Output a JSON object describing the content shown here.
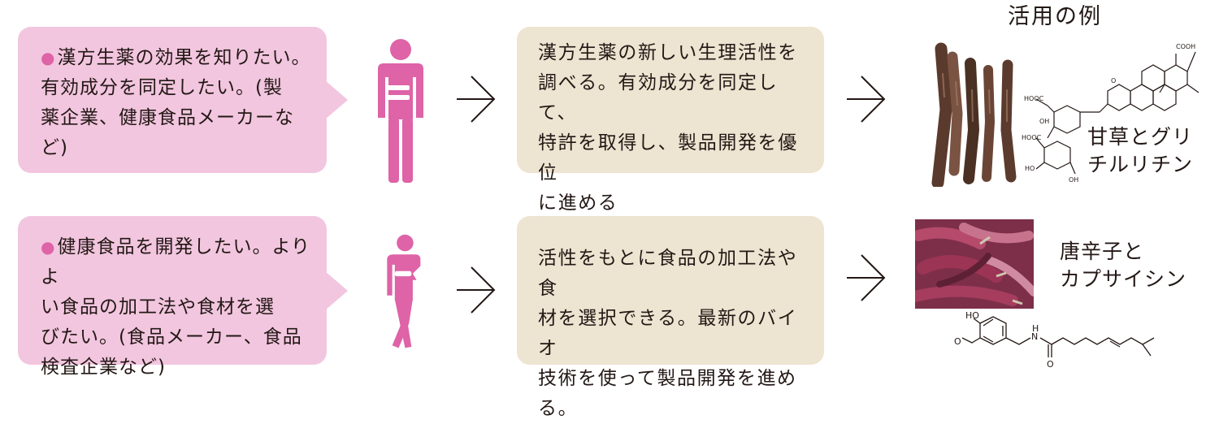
{
  "title": "活用の例",
  "rows": [
    {
      "need": [
        "漢方生薬の効果を知りたい。",
        "有効成分を同定したい。(製",
        "薬企業、健康食品メーカーな",
        "ど)"
      ],
      "action": [
        "漢方生薬の新しい生理活性を",
        "調べる。有効成分を同定して、",
        "特許を取得し、製品開発を優位",
        "に進める"
      ],
      "example": [
        "甘草とグリ",
        "チルリチン"
      ]
    },
    {
      "need": [
        "健康食品を開発したい。よりよ",
        "い食品の加工法や食材を選",
        "びたい。(食品メーカー、食品",
        "検査企業など)"
      ],
      "action": [
        "活性をもとに食品の加工法や食",
        "材を選択できる。最新のバイオ",
        "技術を使って製品開発を進める。"
      ],
      "example": [
        "唐辛子と",
        "カプサイシン"
      ]
    }
  ],
  "molecule_labels": {
    "cooh": "COOH",
    "o": "O",
    "hooc": "HOOC",
    "ho": "HO",
    "oh": "OH",
    "n": "N",
    "h": "H"
  },
  "colors": {
    "need_box": "#f2c6df",
    "action_box": "#ede4d1",
    "person": "#de63a7",
    "bullet": "#de63a7"
  }
}
